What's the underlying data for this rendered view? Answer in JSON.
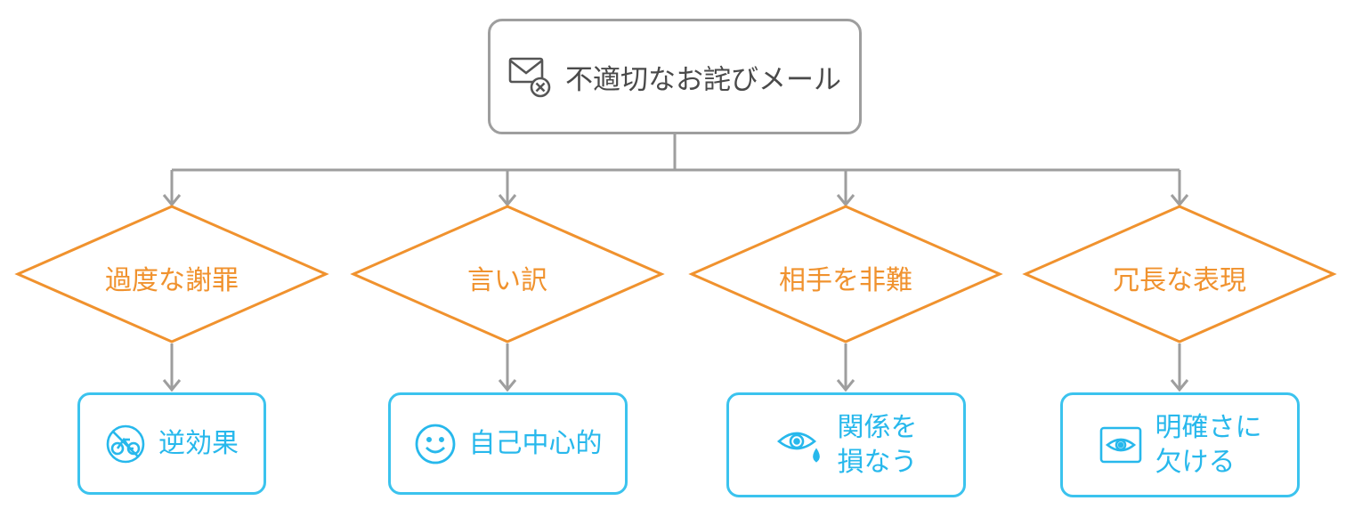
{
  "root": {
    "label": "不適切なお詫びメール",
    "icon": "mail-x-icon"
  },
  "branches": [
    {
      "condition": "過度な謝罪",
      "result": "逆効果",
      "result_icon": "no-bicycle-icon"
    },
    {
      "condition": "言い訳",
      "result": "自己中心的",
      "result_icon": "smile-icon"
    },
    {
      "condition": "相手を非難",
      "result": "関係を\n損なう",
      "result_icon": "eye-tear-icon"
    },
    {
      "condition": "冗長な表現",
      "result": "明確さに\n欠ける",
      "result_icon": "eye-scan-icon"
    }
  ],
  "colors": {
    "root": "#9e9e9e",
    "diamond": "#f0922e",
    "result": "#3bc3ee",
    "connector": "#9e9e9e"
  }
}
